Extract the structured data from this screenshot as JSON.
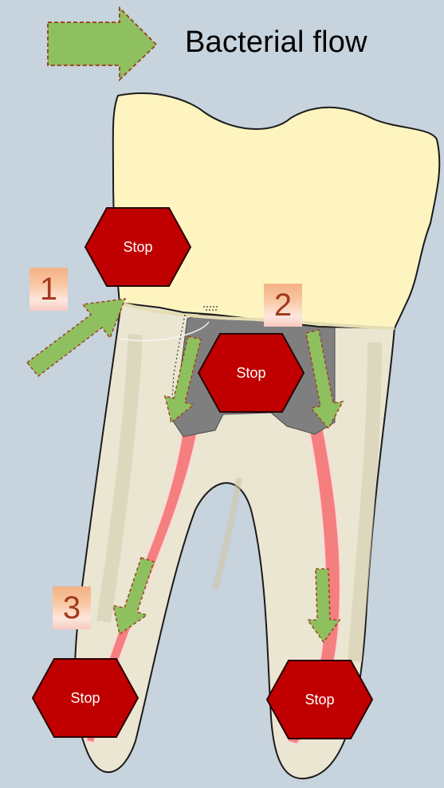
{
  "legend": {
    "label": "Bacterial flow",
    "icon": "arrow-right-icon"
  },
  "markers": [
    "1",
    "2",
    "3"
  ],
  "stop_label": "Stop",
  "colors": {
    "background": "#c7d3dd",
    "crown": "#fdf4c0",
    "root": "#ebe6d2",
    "pulp": "#f57f7f",
    "stop_sign": "#c00000",
    "arrow_fill": "#8fc060",
    "arrow_outline": "#9a4b24",
    "filling": "#7f7f7f"
  }
}
